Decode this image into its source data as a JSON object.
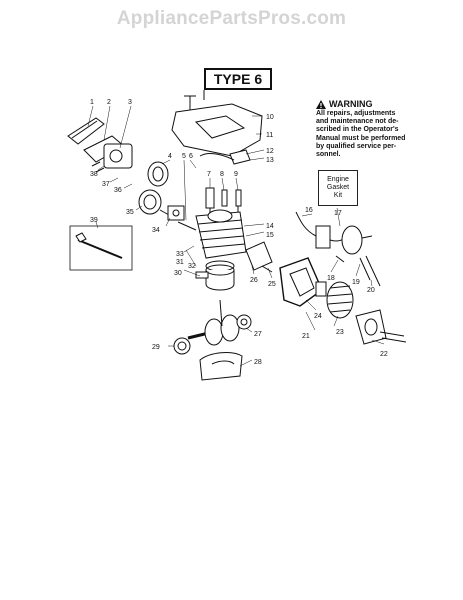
{
  "watermark": "AppliancePartsPros.com",
  "type_label": "TYPE 6",
  "warning": {
    "title": "WARNING",
    "lines": [
      "All repairs, adjustments",
      "and maintenance not de-",
      "scribed in the Operator's",
      "Manual must be performed",
      "by qualified service per-",
      "sonnel."
    ]
  },
  "kit_label": [
    "Engine",
    "Gasket",
    "Kit"
  ],
  "callouts": [
    "1",
    "2",
    "3",
    "4",
    "5",
    "6",
    "7",
    "8",
    "9",
    "10",
    "11",
    "12",
    "13",
    "14",
    "15",
    "16",
    "17",
    "18",
    "19",
    "20",
    "21",
    "22",
    "23",
    "24",
    "25",
    "26",
    "27",
    "28",
    "29",
    "30",
    "31",
    "32",
    "33",
    "34",
    "35",
    "36",
    "37",
    "38",
    "39"
  ],
  "colors": {
    "ink": "#111111",
    "watermark": "#d4d4d4"
  }
}
